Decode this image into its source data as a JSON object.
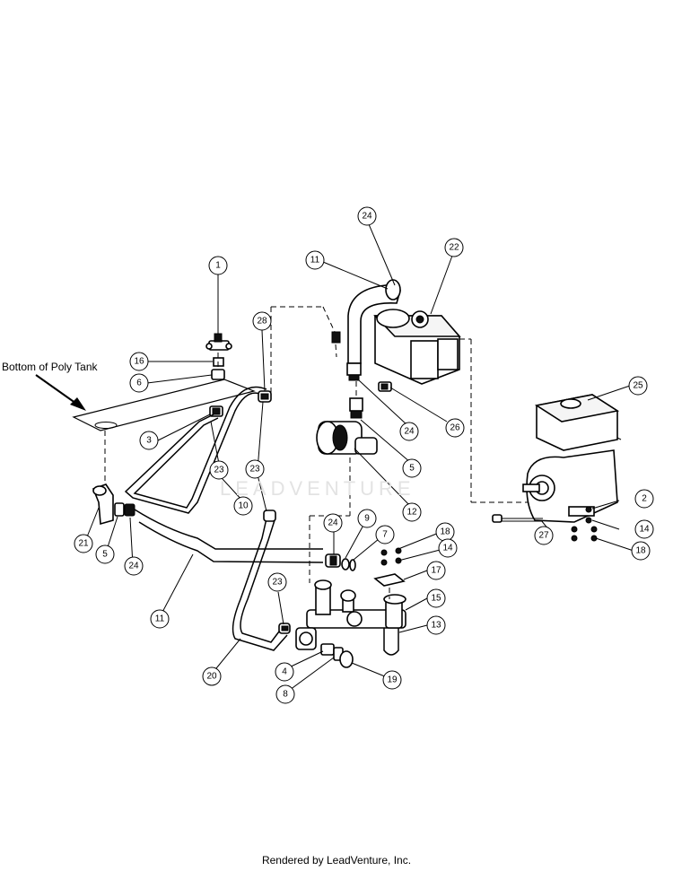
{
  "labels": {
    "tank": "Bottom of Poly Tank",
    "watermark": "LEADVENTURE",
    "footer": "Rendered by LeadVenture, Inc."
  },
  "callouts": [
    {
      "n": "1"
    },
    {
      "n": "16"
    },
    {
      "n": "6"
    },
    {
      "n": "3"
    },
    {
      "n": "23"
    },
    {
      "n": "10"
    },
    {
      "n": "23"
    },
    {
      "n": "28"
    },
    {
      "n": "11"
    },
    {
      "n": "24"
    },
    {
      "n": "22"
    },
    {
      "n": "24"
    },
    {
      "n": "26"
    },
    {
      "n": "5"
    },
    {
      "n": "12"
    },
    {
      "n": "25"
    },
    {
      "n": "2"
    },
    {
      "n": "14"
    },
    {
      "n": "18"
    },
    {
      "n": "27"
    },
    {
      "n": "21"
    },
    {
      "n": "5"
    },
    {
      "n": "24"
    },
    {
      "n": "11"
    },
    {
      "n": "24"
    },
    {
      "n": "9"
    },
    {
      "n": "7"
    },
    {
      "n": "18"
    },
    {
      "n": "14"
    },
    {
      "n": "17"
    },
    {
      "n": "15"
    },
    {
      "n": "13"
    },
    {
      "n": "23"
    },
    {
      "n": "20"
    },
    {
      "n": "4"
    },
    {
      "n": "8"
    },
    {
      "n": "19"
    }
  ]
}
